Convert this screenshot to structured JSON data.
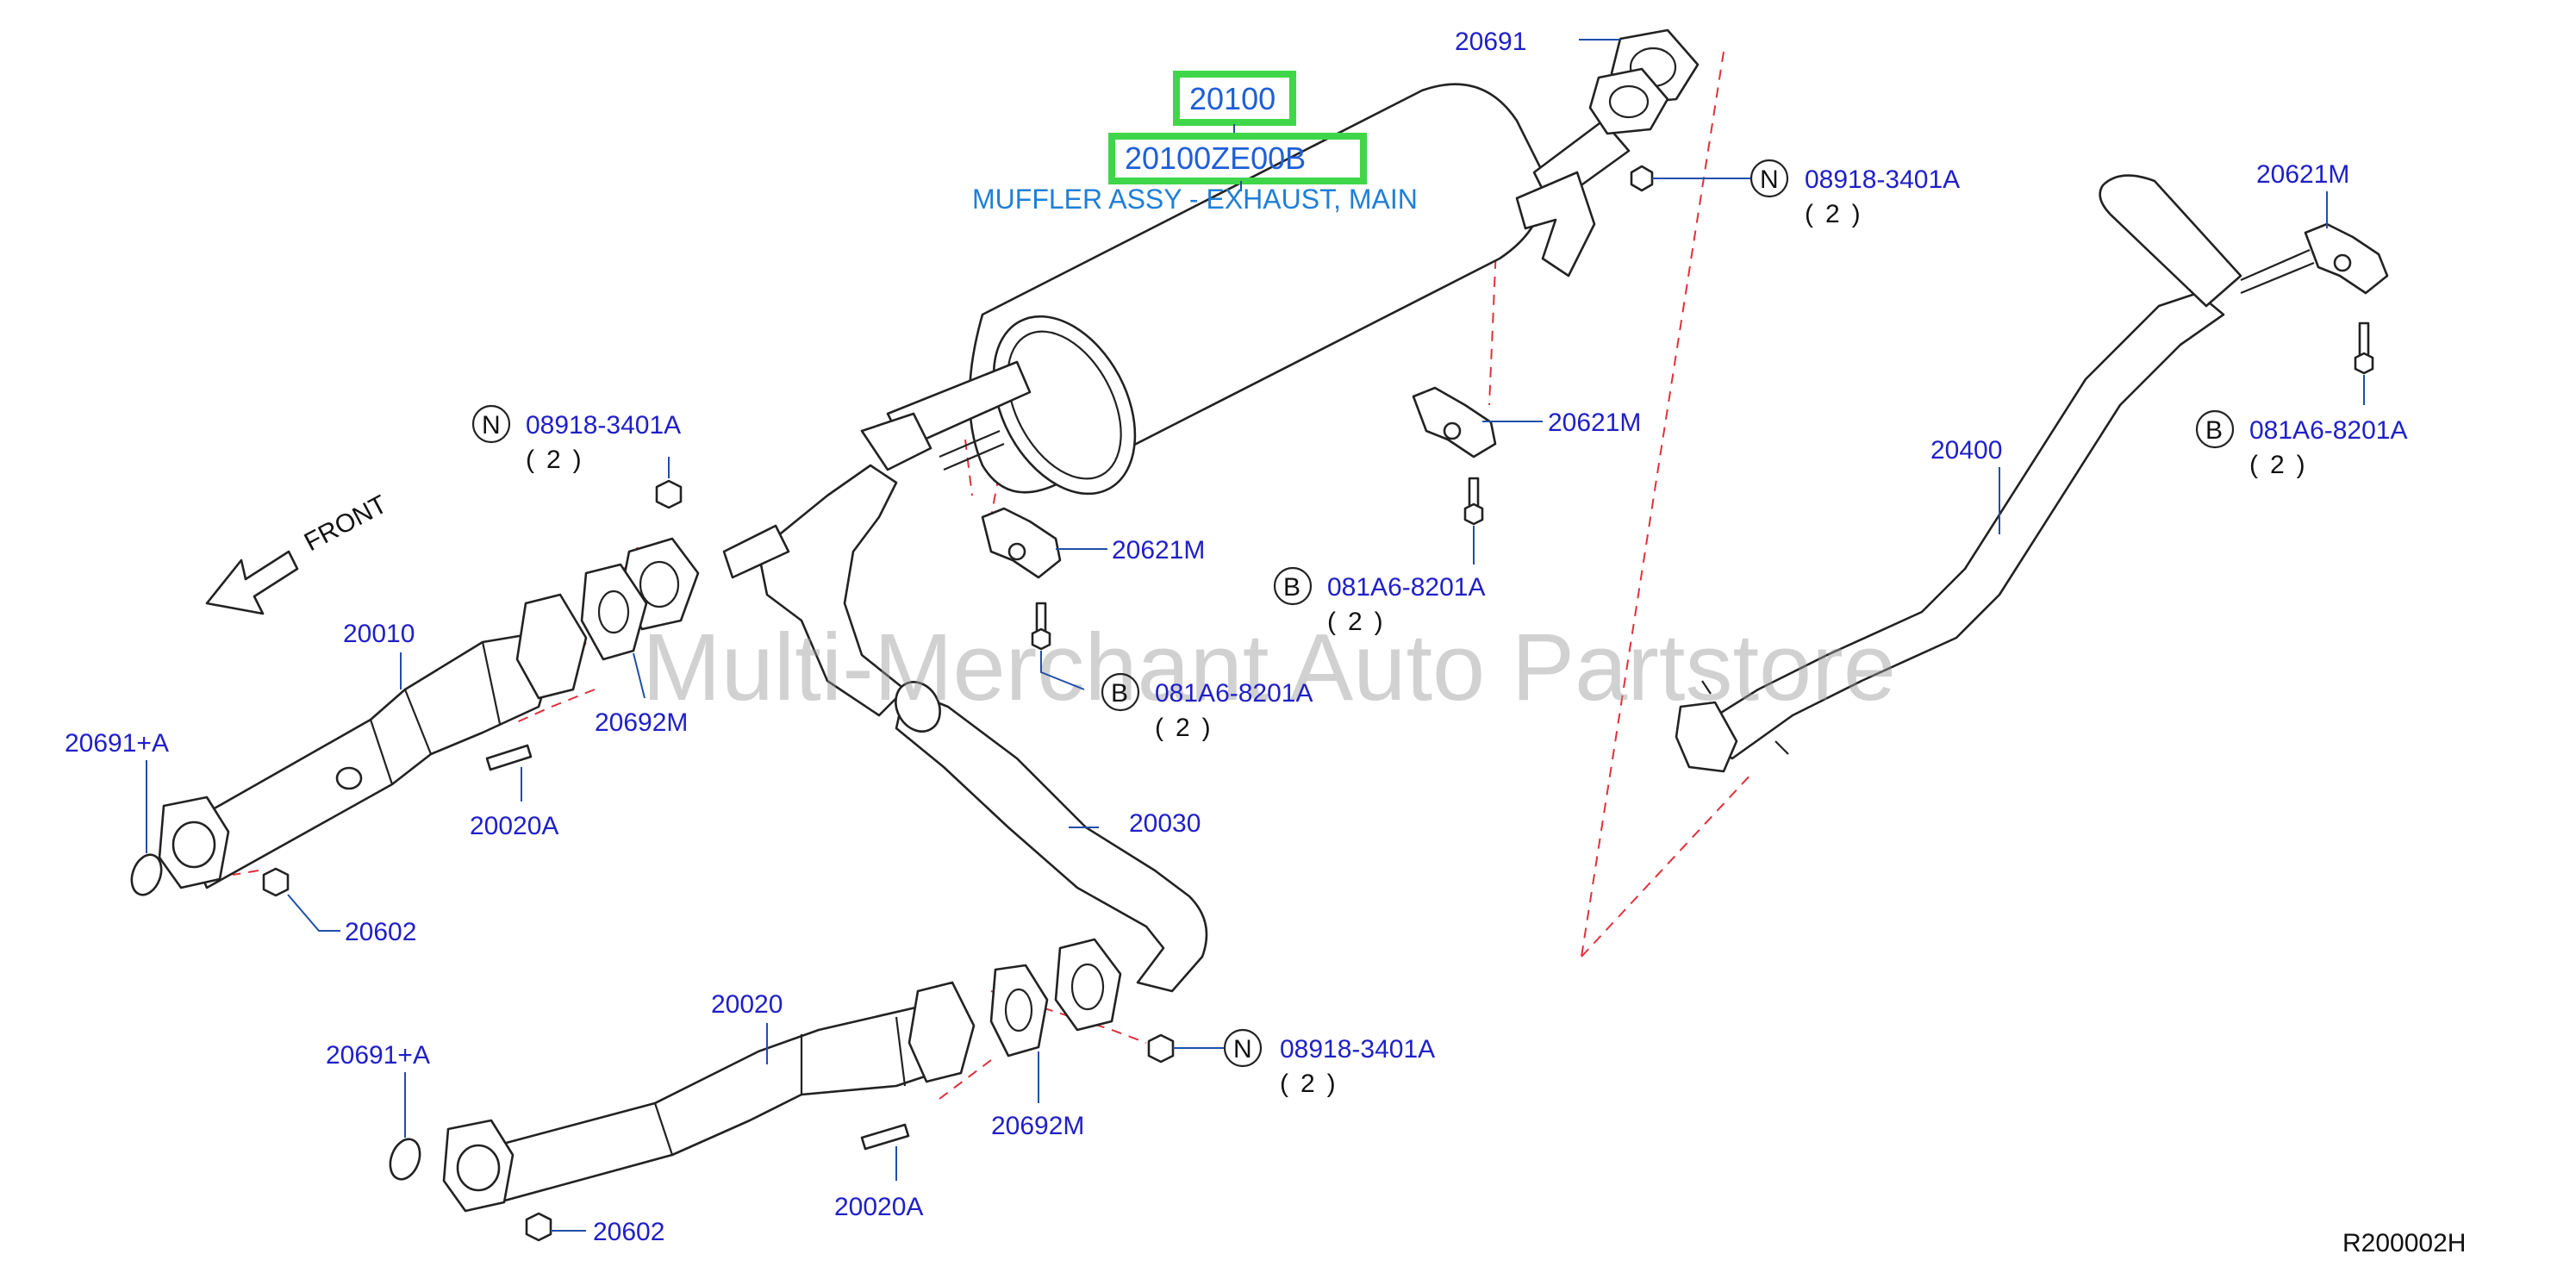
{
  "highlight": {
    "part_number": "20100",
    "part_code": "20100ZE00B",
    "description": "MUFFLER ASSY - EXHAUST, MAIN",
    "box_color": "#3fd64a"
  },
  "colors": {
    "label": "#1f1fc8",
    "description": "#1f7fd6",
    "dashed_line": "#e0303a",
    "leader": "#1f4fa8"
  },
  "front_label": "FRONT",
  "watermark": "Multi-Merchant Auto Partstore",
  "reference_code": "R200002H",
  "callouts": {
    "n_top_right": {
      "letter": "N",
      "part": "08918-3401A",
      "qty": "(2)"
    },
    "n_left": {
      "letter": "N",
      "part": "08918-3401A",
      "qty": "(2)"
    },
    "n_bottom": {
      "letter": "N",
      "part": "08918-3401A",
      "qty": "(2)"
    },
    "b_mid": {
      "letter": "B",
      "part": "081A6-8201A",
      "qty": "(2)"
    },
    "b_low": {
      "letter": "B",
      "part": "081A6-8201A",
      "qty": "(2)"
    },
    "b_right": {
      "letter": "B",
      "part": "081A6-8201A",
      "qty": "(2)"
    }
  },
  "labels": {
    "p20691": "20691",
    "p20621m_right": "20621M",
    "p20621m_mid": "20621M",
    "p20621m_low": "20621M",
    "p20400": "20400",
    "p20010": "20010",
    "p20691a_top": "20691+A",
    "p20692m_top": "20692M",
    "p20020a_top": "20020A",
    "p20602_top": "20602",
    "p20030": "20030",
    "p20020": "20020",
    "p20691a_bottom": "20691+A",
    "p20692m_bottom": "20692M",
    "p20020a_bottom": "20020A",
    "p20602_bottom": "20602"
  }
}
